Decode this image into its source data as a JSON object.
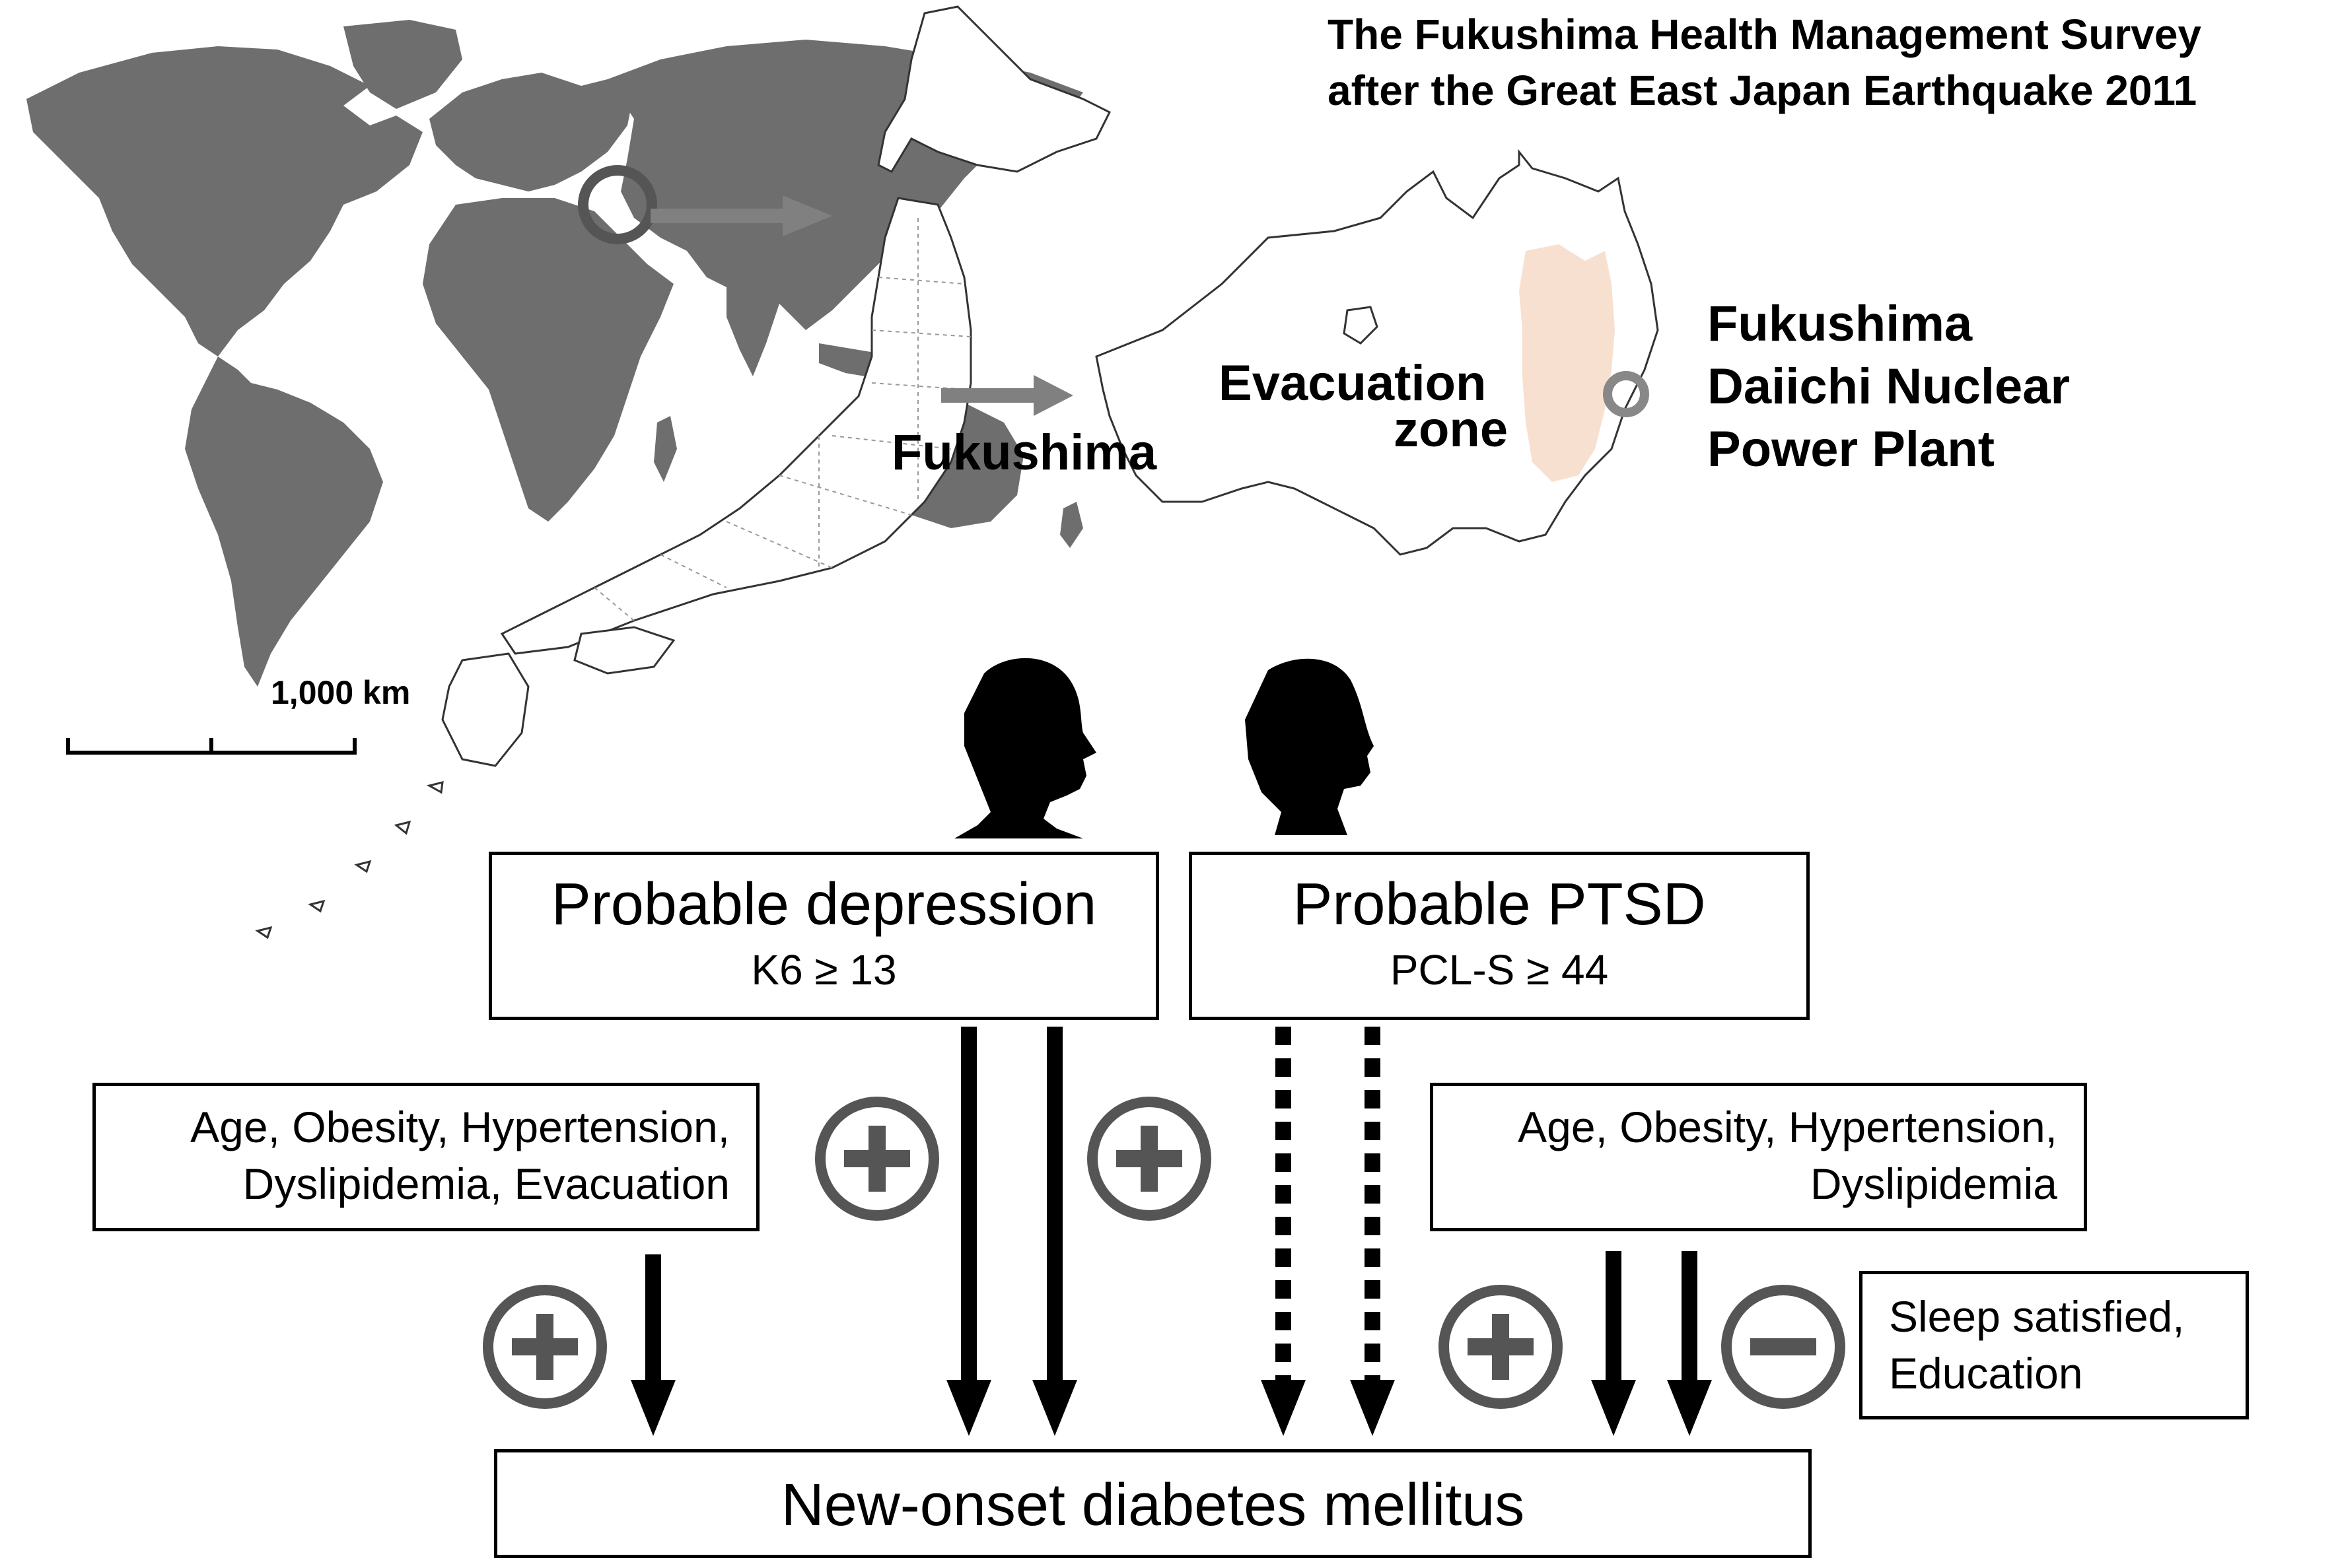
{
  "title": {
    "line1": "The Fukushima Health Management Survey",
    "line2": "after the Great East Japan Earthquake 2011"
  },
  "map": {
    "fukushima_label": "Fukushima",
    "evacuation_label_line1": "Evacuation",
    "evacuation_label_line2": "zone",
    "plant_label_line1": "Fukushima",
    "plant_label_line2": "Daiichi Nuclear",
    "plant_label_line3": "Power Plant",
    "scale_label": "1,000 km",
    "colors": {
      "land": "#6e6e6e",
      "evacuation_zone": "#f8e0d0",
      "highlight_ring": "#555555",
      "plant_ring": "#888888",
      "arrow": "#808080"
    }
  },
  "diagram": {
    "depression_box": {
      "title": "Probable depression",
      "criterion": "K6 ≥ 13"
    },
    "ptsd_box": {
      "title": "Probable PTSD",
      "criterion": "PCL-S ≥ 44"
    },
    "left_factors": {
      "line1": "Age, Obesity, Hypertension,",
      "line2": "Dyslipidemia, Evacuation"
    },
    "right_factors": {
      "line1": "Age, Obesity, Hypertension,",
      "line2": "Dyslipidemia"
    },
    "negative_factors": {
      "line1": "Sleep satisfied,",
      "line2": "Education"
    },
    "outcome_box": {
      "title": "New-onset diabetes mellitus"
    },
    "symbols": {
      "positive": "plus",
      "negative": "minus"
    },
    "colors": {
      "sign_circle": "#555555",
      "arrow": "#000000"
    }
  }
}
